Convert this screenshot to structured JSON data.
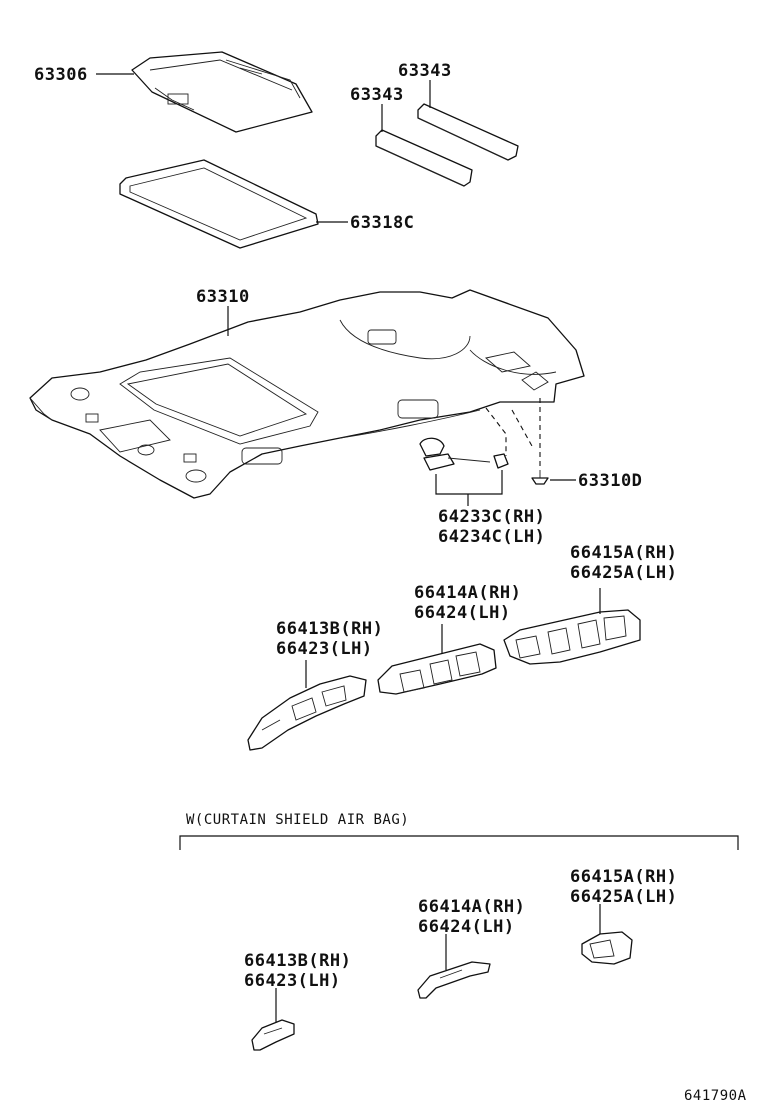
{
  "labels": {
    "p63306": "63306",
    "p63343_upper": "63343",
    "p63343_lower": "63343",
    "p63318c": "63318C",
    "p63310": "63310",
    "p63310d": "63310D",
    "p64233c": "64233C(RH)",
    "p64234c": "64234C(LH)",
    "p66415a_top": "66415A(RH)",
    "p66425a_top": "66425A(LH)",
    "p66414a_top": "66414A(RH)",
    "p66424_top": "66424(LH)",
    "p66413b_top": "66413B(RH)",
    "p66423_top": "66423(LH)",
    "p66415a_bot": "66415A(RH)",
    "p66425a_bot": "66425A(LH)",
    "p66414a_bot": "66414A(RH)",
    "p66424_bot": "66424(LH)",
    "p66413b_bot": "66413B(RH)",
    "p66423_bot": "66423(LH)"
  },
  "section": {
    "title": "W(CURTAIN SHIELD AIR BAG)"
  },
  "footer": {
    "code": "641790A"
  }
}
